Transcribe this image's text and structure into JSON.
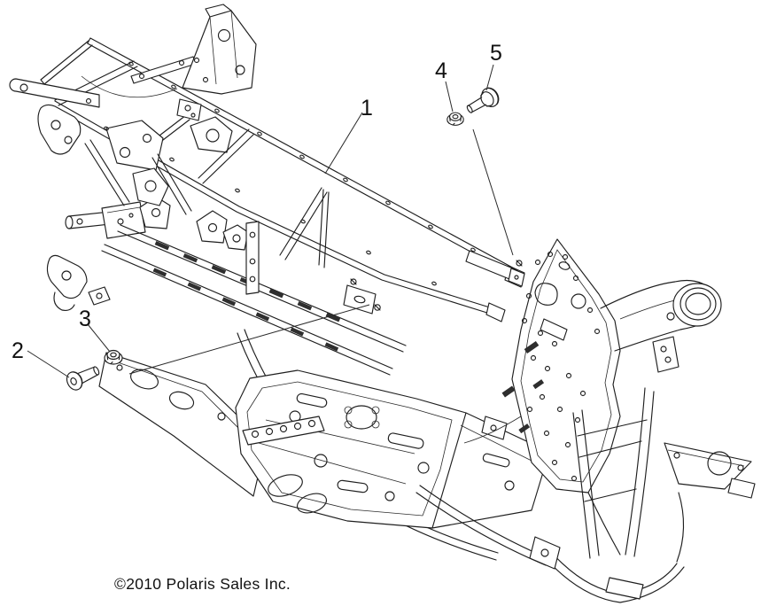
{
  "colors": {
    "line": "#1f1f1f",
    "background": "#ffffff"
  },
  "callouts": [
    {
      "label": "1",
      "icon": "frame-weldment-illustration"
    },
    {
      "label": "2",
      "icon": "button-head-bolt-icon"
    },
    {
      "label": "3",
      "icon": "flange-nut-icon"
    },
    {
      "label": "4",
      "icon": "flange-nut-icon"
    },
    {
      "label": "5",
      "icon": "hex-flange-bolt-icon"
    }
  ],
  "footer": {
    "copyright": "©2010 Polaris Sales Inc."
  }
}
